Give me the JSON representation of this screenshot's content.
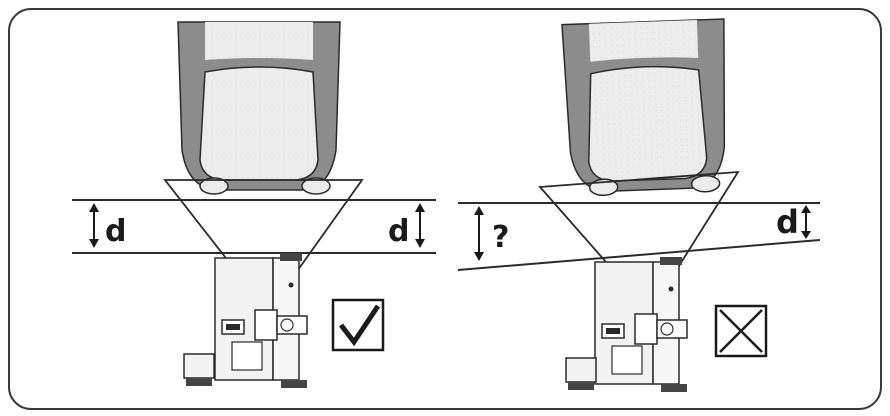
{
  "figure": {
    "panels": [
      {
        "id": "correct",
        "symbol": "check-mark",
        "left_label": "d",
        "right_label": "d"
      },
      {
        "id": "incorrect",
        "symbol": "cross-mark",
        "left_label": "?",
        "right_label": "d"
      }
    ]
  },
  "colors": {
    "frame": "#3a3a3a",
    "tire": "#8c8c8c",
    "tire_dark": "#6d6d6d",
    "tread": "#ececec",
    "line": "#2a2a2a",
    "device": "#f2f2f2"
  }
}
